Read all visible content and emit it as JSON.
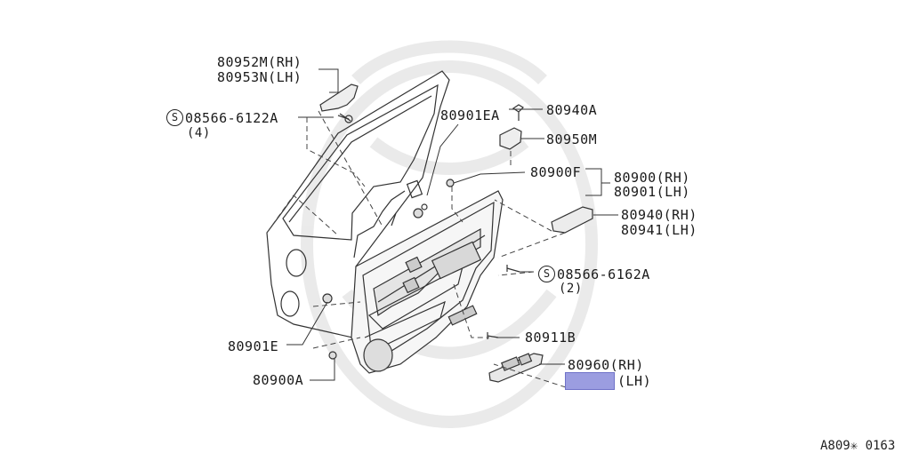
{
  "diagram": {
    "parts": {
      "hinge_rh": "80952M(RH)",
      "hinge_lh": "80953N(LH)",
      "screw_a": "08566-6122A",
      "screw_a_qty": "(4)",
      "clip_ea": "80901EA",
      "knob": "80940A",
      "escutcheon": "80950M",
      "clip_f": "80900F",
      "trim_rh": "80900(RH)",
      "trim_lh": "80901(LH)",
      "armrest_rh": "80940(RH)",
      "armrest_lh": "80941(LH)",
      "screw_b": "08566-6162A",
      "screw_b_qty": "(2)",
      "clip_e": "80901E",
      "bolt": "80911B",
      "switch_rh": "80960(RH)",
      "switch_lh": "(LH)",
      "clip_a": "80900A"
    },
    "screw_symbol": "S",
    "highlight_color": "#9b9de0",
    "code": "A809✳ 0163"
  }
}
